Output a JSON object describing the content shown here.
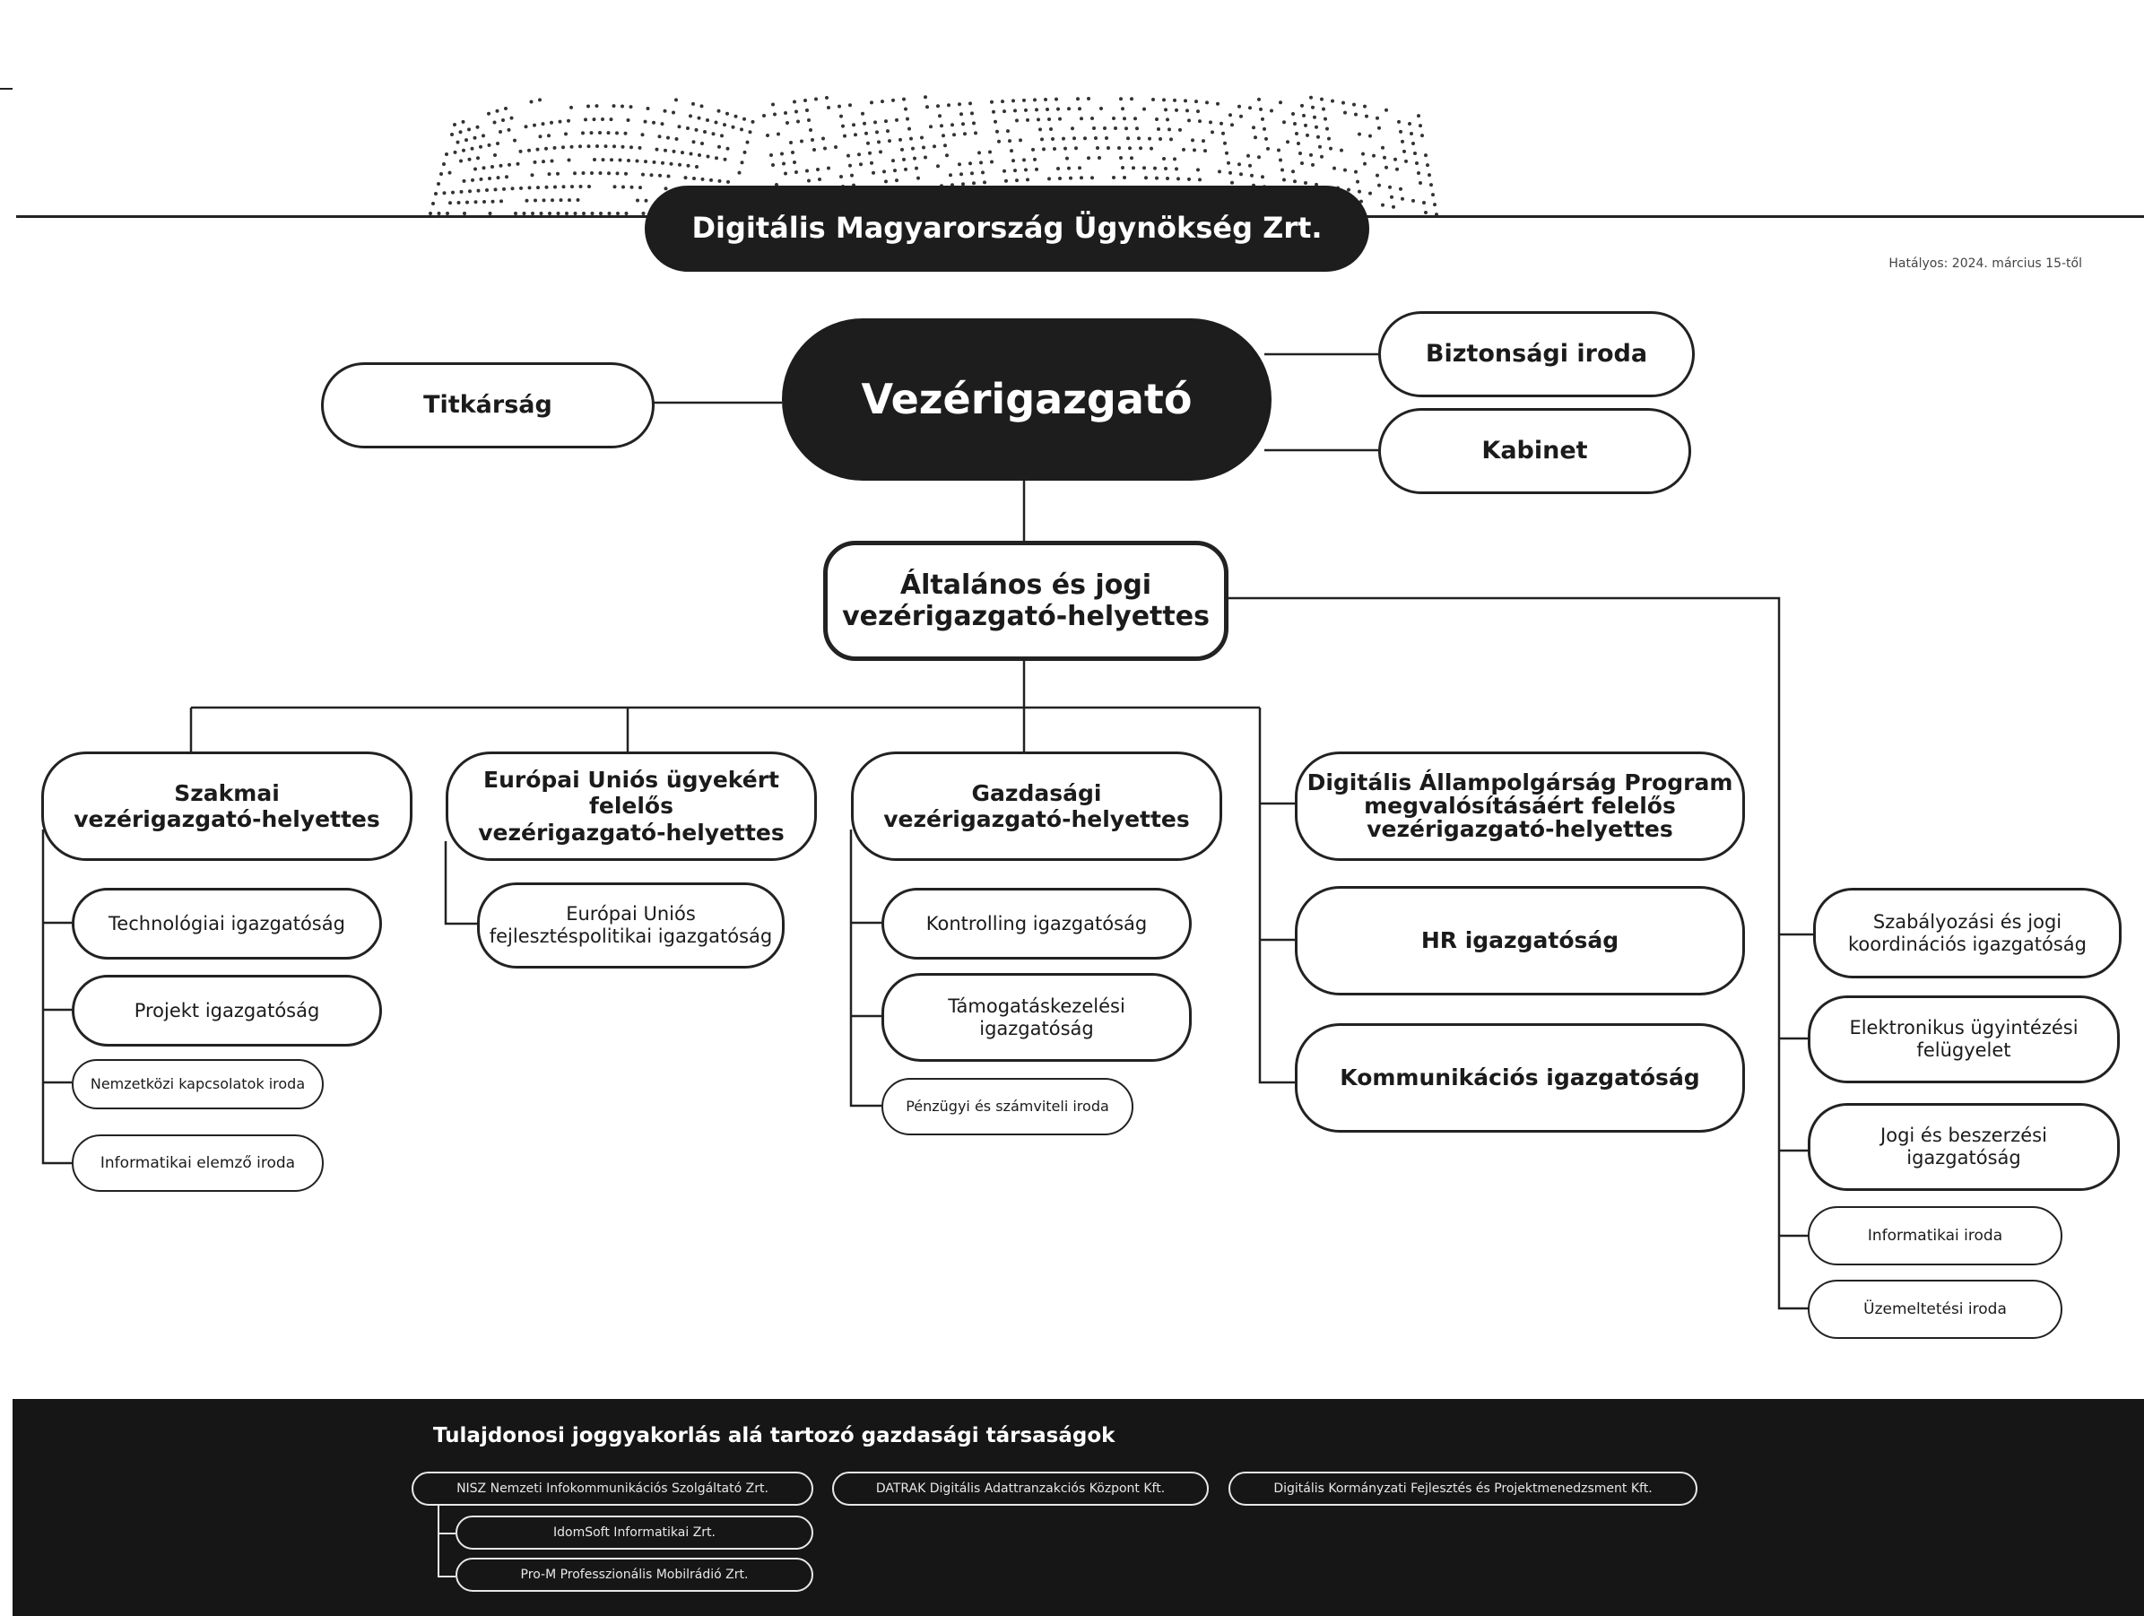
{
  "header": {
    "org_name": "Digitális Magyarország Ügynökség Zrt.",
    "effective_date": "Hatályos: 2024. március 15-től"
  },
  "top": {
    "ceo": "Vezérigazgató",
    "secretariat": "Titkárság",
    "security_office": "Biztonsági iroda",
    "cabinet": "Kabinet"
  },
  "general_deputy": "Általános és jogi\nvezérigazgató-helyettes",
  "columns": {
    "professional": {
      "title": "Szakmai\nvezérigazgató-helyettes",
      "units": [
        "Technológiai igazgatóság",
        "Projekt igazgatóság",
        "Nemzetközi kapcsolatok iroda",
        "Informatikai elemző iroda"
      ]
    },
    "eu": {
      "title": "Európai Uniós ügyekért felelős\nvezérigazgató-helyettes",
      "units": [
        "Európai Uniós\nfejlesztéspolitikai igazgatóság"
      ]
    },
    "economic": {
      "title": "Gazdasági\nvezérigazgató-helyettes",
      "units": [
        "Kontrolling igazgatóság",
        "Támogatáskezelési\nigazgatóság",
        "Pénzügyi és számviteli iroda"
      ]
    },
    "dap": {
      "title": "Digitális Állampolgárság Program\nmegvalósításáért felelős\nvezérigazgató-helyettes",
      "units": [
        "HR igazgatóság",
        "Kommunikációs igazgatóság"
      ]
    },
    "legal": {
      "units": [
        "Szabályozási és jogi\nkoordinációs igazgatóság",
        "Elektronikus ügyintézési\nfelügyelet",
        "Jogi és beszerzési\nigazgatóság",
        "Informatikai iroda",
        "Üzemeltetési iroda"
      ]
    }
  },
  "companies": {
    "title": "Tulajdonosi joggyakorlás alá tartozó gazdasági társaságok",
    "nisz": "NISZ Nemzeti Infokommunikációs Szolgáltató Zrt.",
    "datrak": "DATRAK Digitális Adattranzakciós Központ Kft.",
    "dkf": "Digitális Kormányzati Fejlesztés és Projektmenedzsment Kft.",
    "idomsoft": "IdomSoft Informatikai Zrt.",
    "prom": "Pro-M Professzionális Mobilrádió Zrt."
  },
  "colors": {
    "dark": "#1d1d1d",
    "line": "#222222",
    "bar": "#161616"
  }
}
